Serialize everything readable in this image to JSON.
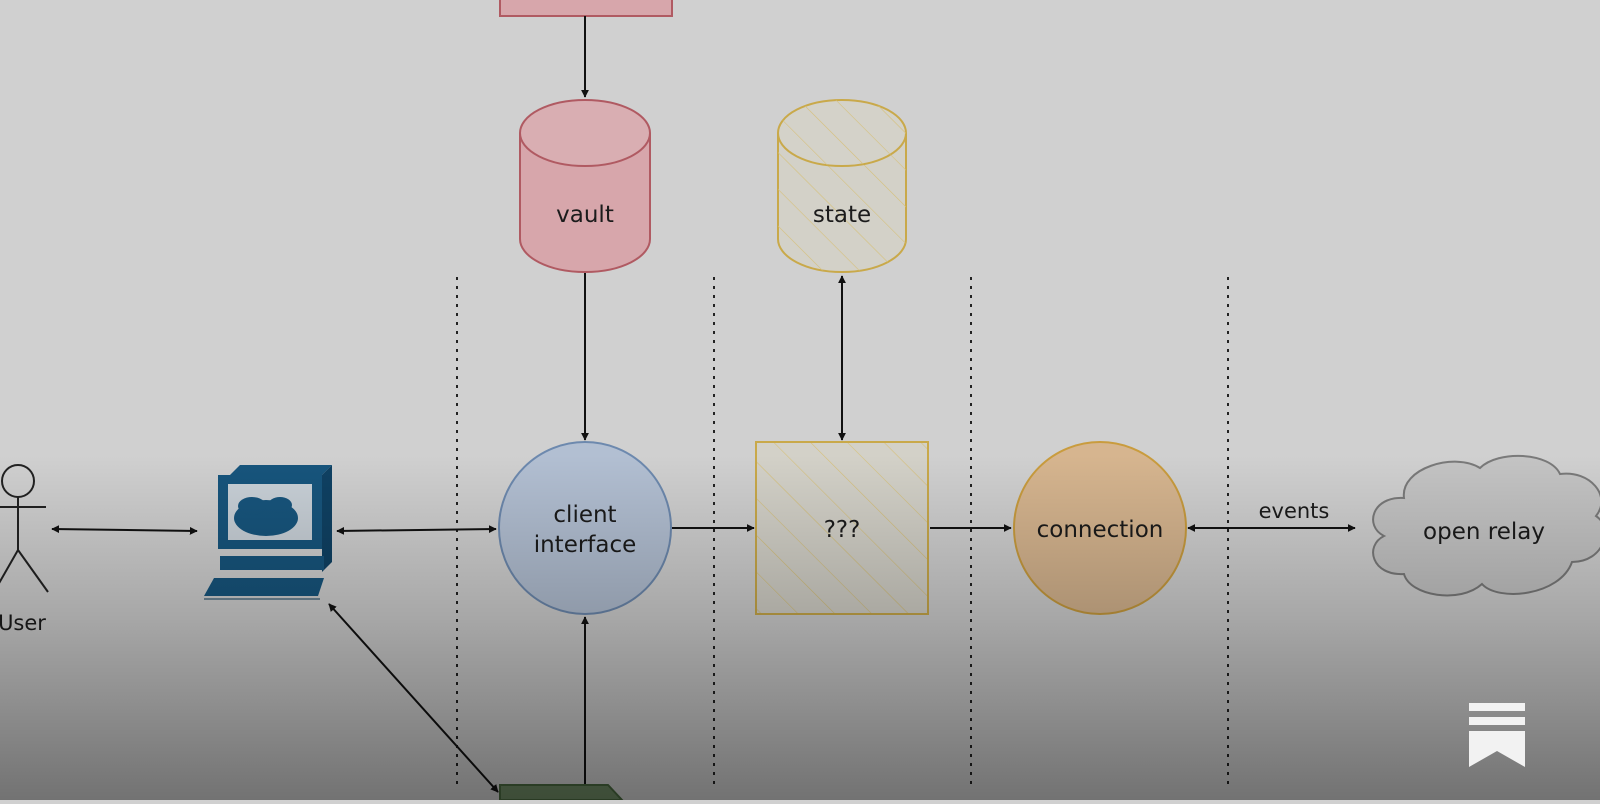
{
  "diagram": {
    "nodes": {
      "vault": "vault",
      "state": "state",
      "client_interface_line1": "client",
      "client_interface_line2": "interface",
      "unknown": "???",
      "connection": "connection",
      "open_relay": "open relay",
      "user": "User"
    },
    "edges": {
      "events": "events"
    }
  },
  "colors": {
    "vault": "#d7a6ab",
    "state_stroke": "#c9a94a",
    "client_interface": "#b2bfd2",
    "connection": "#d6b58f",
    "computer": "#17557d",
    "cloud": "#c4c4c4"
  },
  "icons": {
    "badge": "bookmark-stack-icon"
  }
}
